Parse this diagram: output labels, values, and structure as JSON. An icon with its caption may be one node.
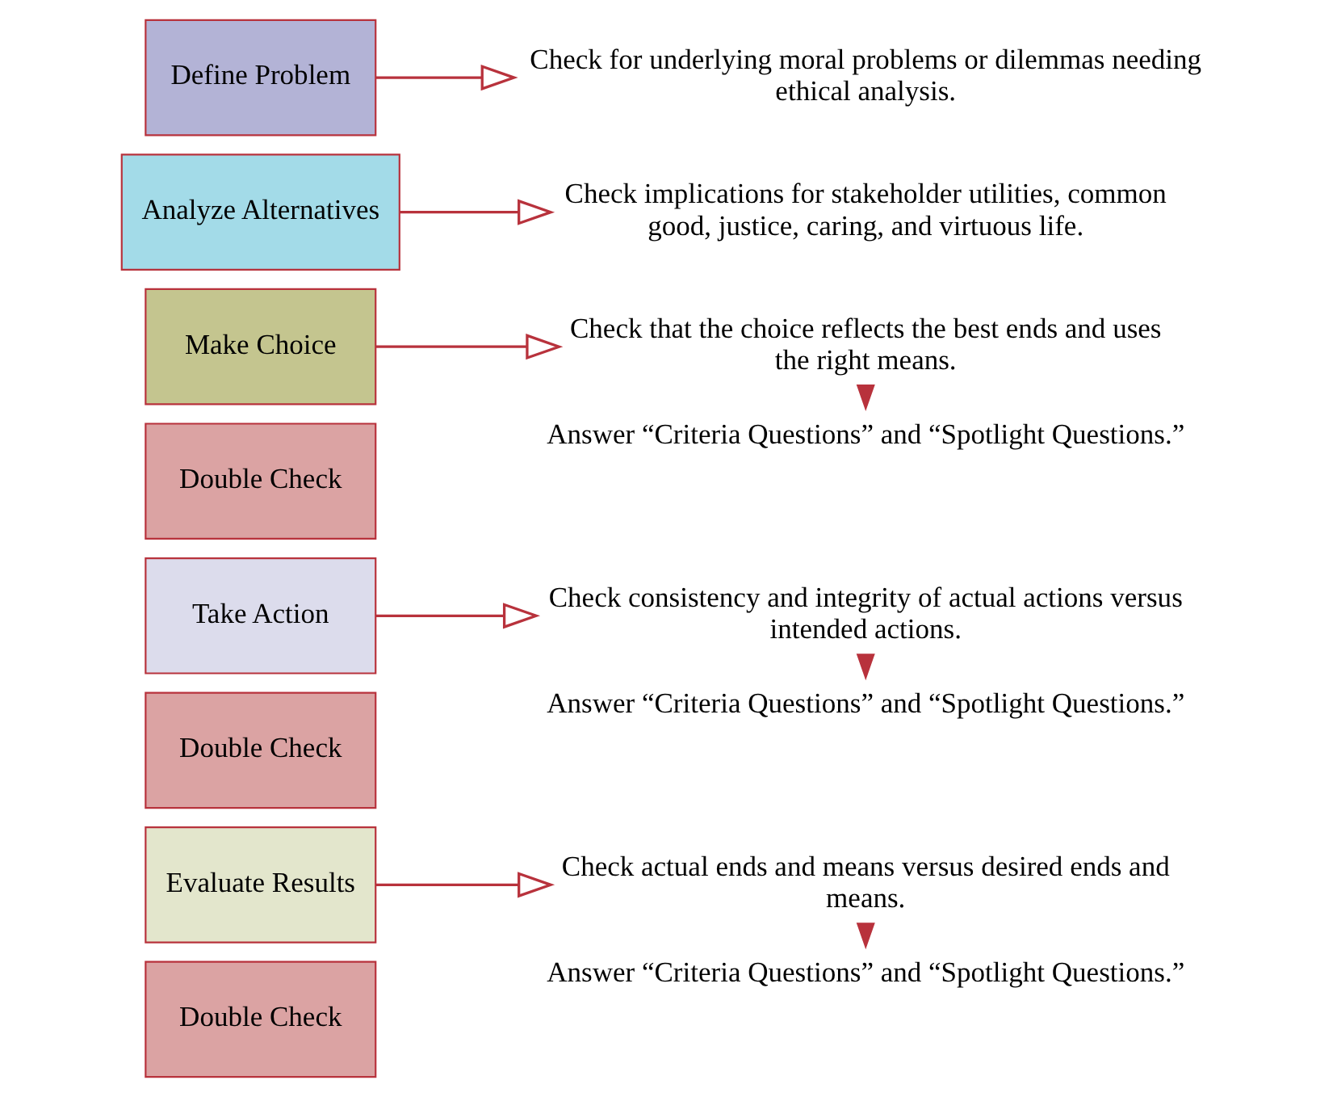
{
  "diagram": {
    "nodes": [
      {
        "text": [
          "Define Problem"
        ]
      },
      {
        "text": [
          "Check for underlying moral problems or dilemmas needing ethical analysis."
        ]
      },
      {
        "text": [
          "Analyze Alternatives"
        ]
      },
      {
        "text": [
          "Check implications for stakeholder utilities, common good, justice, caring, and virtuous life."
        ]
      },
      {
        "text": [
          "Make Choice"
        ]
      },
      {
        "text": [
          "Double Check"
        ]
      },
      {
        "text": [
          "Check that the choice reflects the best ends and uses the right means."
        ]
      },
      {
        "text": [
          "Answer “Criteria Questions” and “Spotlight Questions.”"
        ]
      },
      {
        "text": [
          "Take Action"
        ]
      },
      {
        "text": [
          "Double Check"
        ]
      },
      {
        "text": [
          "Check consistency and integrity of actual actions versus intended actions."
        ]
      },
      {
        "text": [
          "Answer “Criteria Questions” and “Spotlight Questions.”"
        ]
      },
      {
        "text": [
          "Evaluate Results"
        ]
      },
      {
        "text": [
          "Double Check"
        ]
      },
      {
        "text": [
          "Check actual ends and means versus desired ends and means."
        ]
      },
      {
        "text": [
          "Answer “Criteria Questions” and “Spotlight Questions.”"
        ]
      }
    ],
    "edges": [
      {
        "from": 0,
        "to": 1,
        "arrow": "to"
      },
      {
        "from": 2,
        "to": 3,
        "arrow": "to"
      },
      {
        "from": 4,
        "to": 6,
        "arrow": "to"
      },
      {
        "from": 6,
        "to": 7,
        "arrow": "to",
        "style": "thick"
      },
      {
        "from": 8,
        "to": 10,
        "arrow": "to"
      },
      {
        "from": 10,
        "to": 11,
        "arrow": "to",
        "style": "thick"
      },
      {
        "from": 12,
        "to": 14,
        "arrow": "to"
      },
      {
        "from": 14,
        "to": 15,
        "arrow": "to",
        "style": "thick"
      }
    ]
  }
}
